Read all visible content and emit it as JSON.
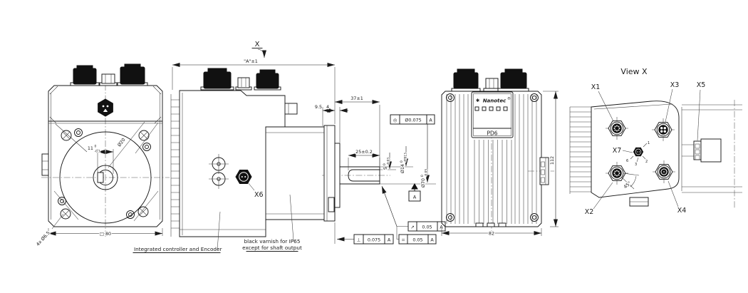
{
  "front_view": {
    "dim_width": "□ 80",
    "dim_holes": "4x Ø6.5",
    "hub": {
      "val": "11",
      "sup": "0",
      "sub": "-0.1"
    },
    "dim_circle": "Ø20"
  },
  "side_view": {
    "view_mark": "X",
    "dim_overall": "\"A\"±1",
    "dim_flange": "9.5",
    "dim_boss": "4",
    "dim_shaft_len": "37±1",
    "dim_key_len": "25±0.2",
    "key_depth": {
      "val": "5",
      "sup": "0",
      "sub": "-0.03"
    },
    "shaft_dia": {
      "val": "Ø14",
      "sup": "0",
      "sub": "-0.013"
    },
    "pilot_dia": {
      "val": "Ø70",
      "sup": "0",
      "sub": "-0.05"
    },
    "connector": "X6",
    "datum": "A",
    "fcf_concentricity": {
      "sym": "◎",
      "tol": "Ø0.075",
      "ref": "A"
    },
    "fcf_perpendicularity": {
      "sym": "⊥",
      "tol": "0.075",
      "ref": "A"
    },
    "fcf_runout": {
      "sym": "↗",
      "tol": "0.05",
      "ref": "A"
    },
    "fcf_symmetry": {
      "sym": "=",
      "tol": "0.05",
      "ref": "A"
    },
    "note_controller": "Integrated controller and Encoder",
    "note_varnish1": "black varnish for IP65",
    "note_varnish2": "except for shaft output"
  },
  "rear_view": {
    "logo_icon": "✱",
    "brand": "Nanotec",
    "reg": "®",
    "model": "PD6",
    "dim_width": "82",
    "dim_height": "112"
  },
  "view_x": {
    "title": "View X",
    "labels": {
      "x1": "X1",
      "x2": "X2",
      "x3": "X3",
      "x4": "X4",
      "x5": "X5",
      "x7": "X7"
    },
    "angle": "45°",
    "pins": {
      "p1": "1",
      "p2": "2",
      "p3": "3",
      "p6": "6"
    }
  }
}
